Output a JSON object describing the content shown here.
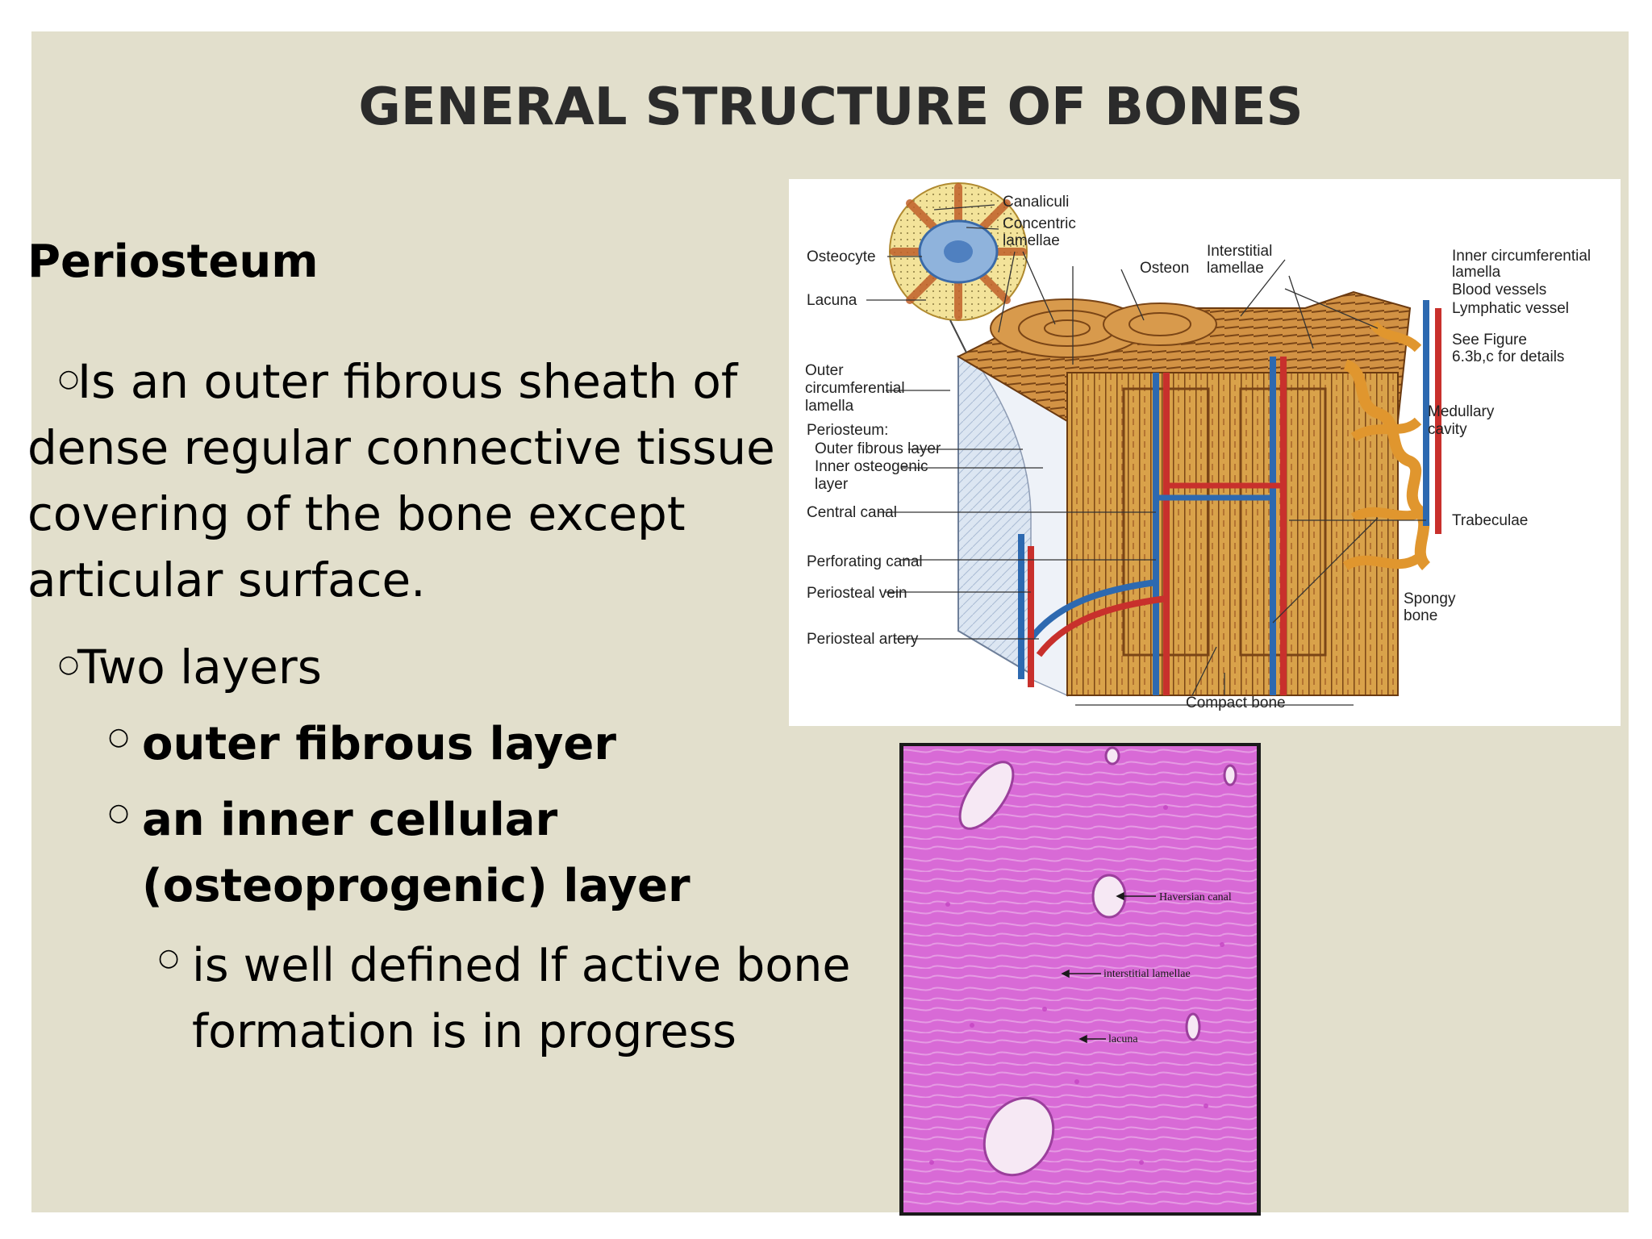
{
  "slide": {
    "title": "GENERAL STRUCTURE OF BONES",
    "heading": "Periosteum",
    "bullets": {
      "b1_line1": "Is an outer fibrous sheath of",
      "b1_line2": "dense regular connective tissue",
      "b1_line3": "covering of the bone except",
      "b1_line4": "articular surface.",
      "b2": "Two layers",
      "sub1": "outer fibrous layer",
      "sub2_line1": "an inner cellular",
      "sub2_line2": "(osteoprogenic) layer",
      "subsub_line1": "is well defined If active bone",
      "subsub_line2": "formation is in progress"
    }
  },
  "diagram": {
    "labels": {
      "canaliculi": "Canaliculi",
      "concentric1": "Concentric",
      "concentric2": "lamellae",
      "osteocyte": "Osteocyte",
      "lacuna": "Lacuna",
      "osteon": "Osteon",
      "interstitial1": "Interstitial",
      "interstitial2": "lamellae",
      "inner_circ1": "Inner circumferential",
      "inner_circ2": "lamella",
      "blood_vessels": "Blood vessels",
      "lymphatic": "Lymphatic vessel",
      "see_fig1": "See Figure",
      "see_fig2": "6.3b,c for details",
      "outer_circ1": "Outer",
      "outer_circ2": "circumferential",
      "outer_circ3": "lamella",
      "medullary1": "Medullary",
      "medullary2": "cavity",
      "periosteum": "Periosteum:",
      "outer_fibrous": "Outer fibrous layer",
      "inner_osteo1": "Inner osteogenic",
      "inner_osteo2": "layer",
      "central_canal": "Central canal",
      "trabeculae": "Trabeculae",
      "perforating": "Perforating canal",
      "periosteal_vein": "Periosteal vein",
      "spongy1": "Spongy",
      "spongy2": "bone",
      "periosteal_artery": "Periosteal artery",
      "compact_bone": "Compact bone"
    }
  },
  "micrograph": {
    "labels": {
      "haversian": "Haversian canal",
      "interstitial": "interstitial lamellae",
      "lacuna": "lacuna"
    }
  }
}
